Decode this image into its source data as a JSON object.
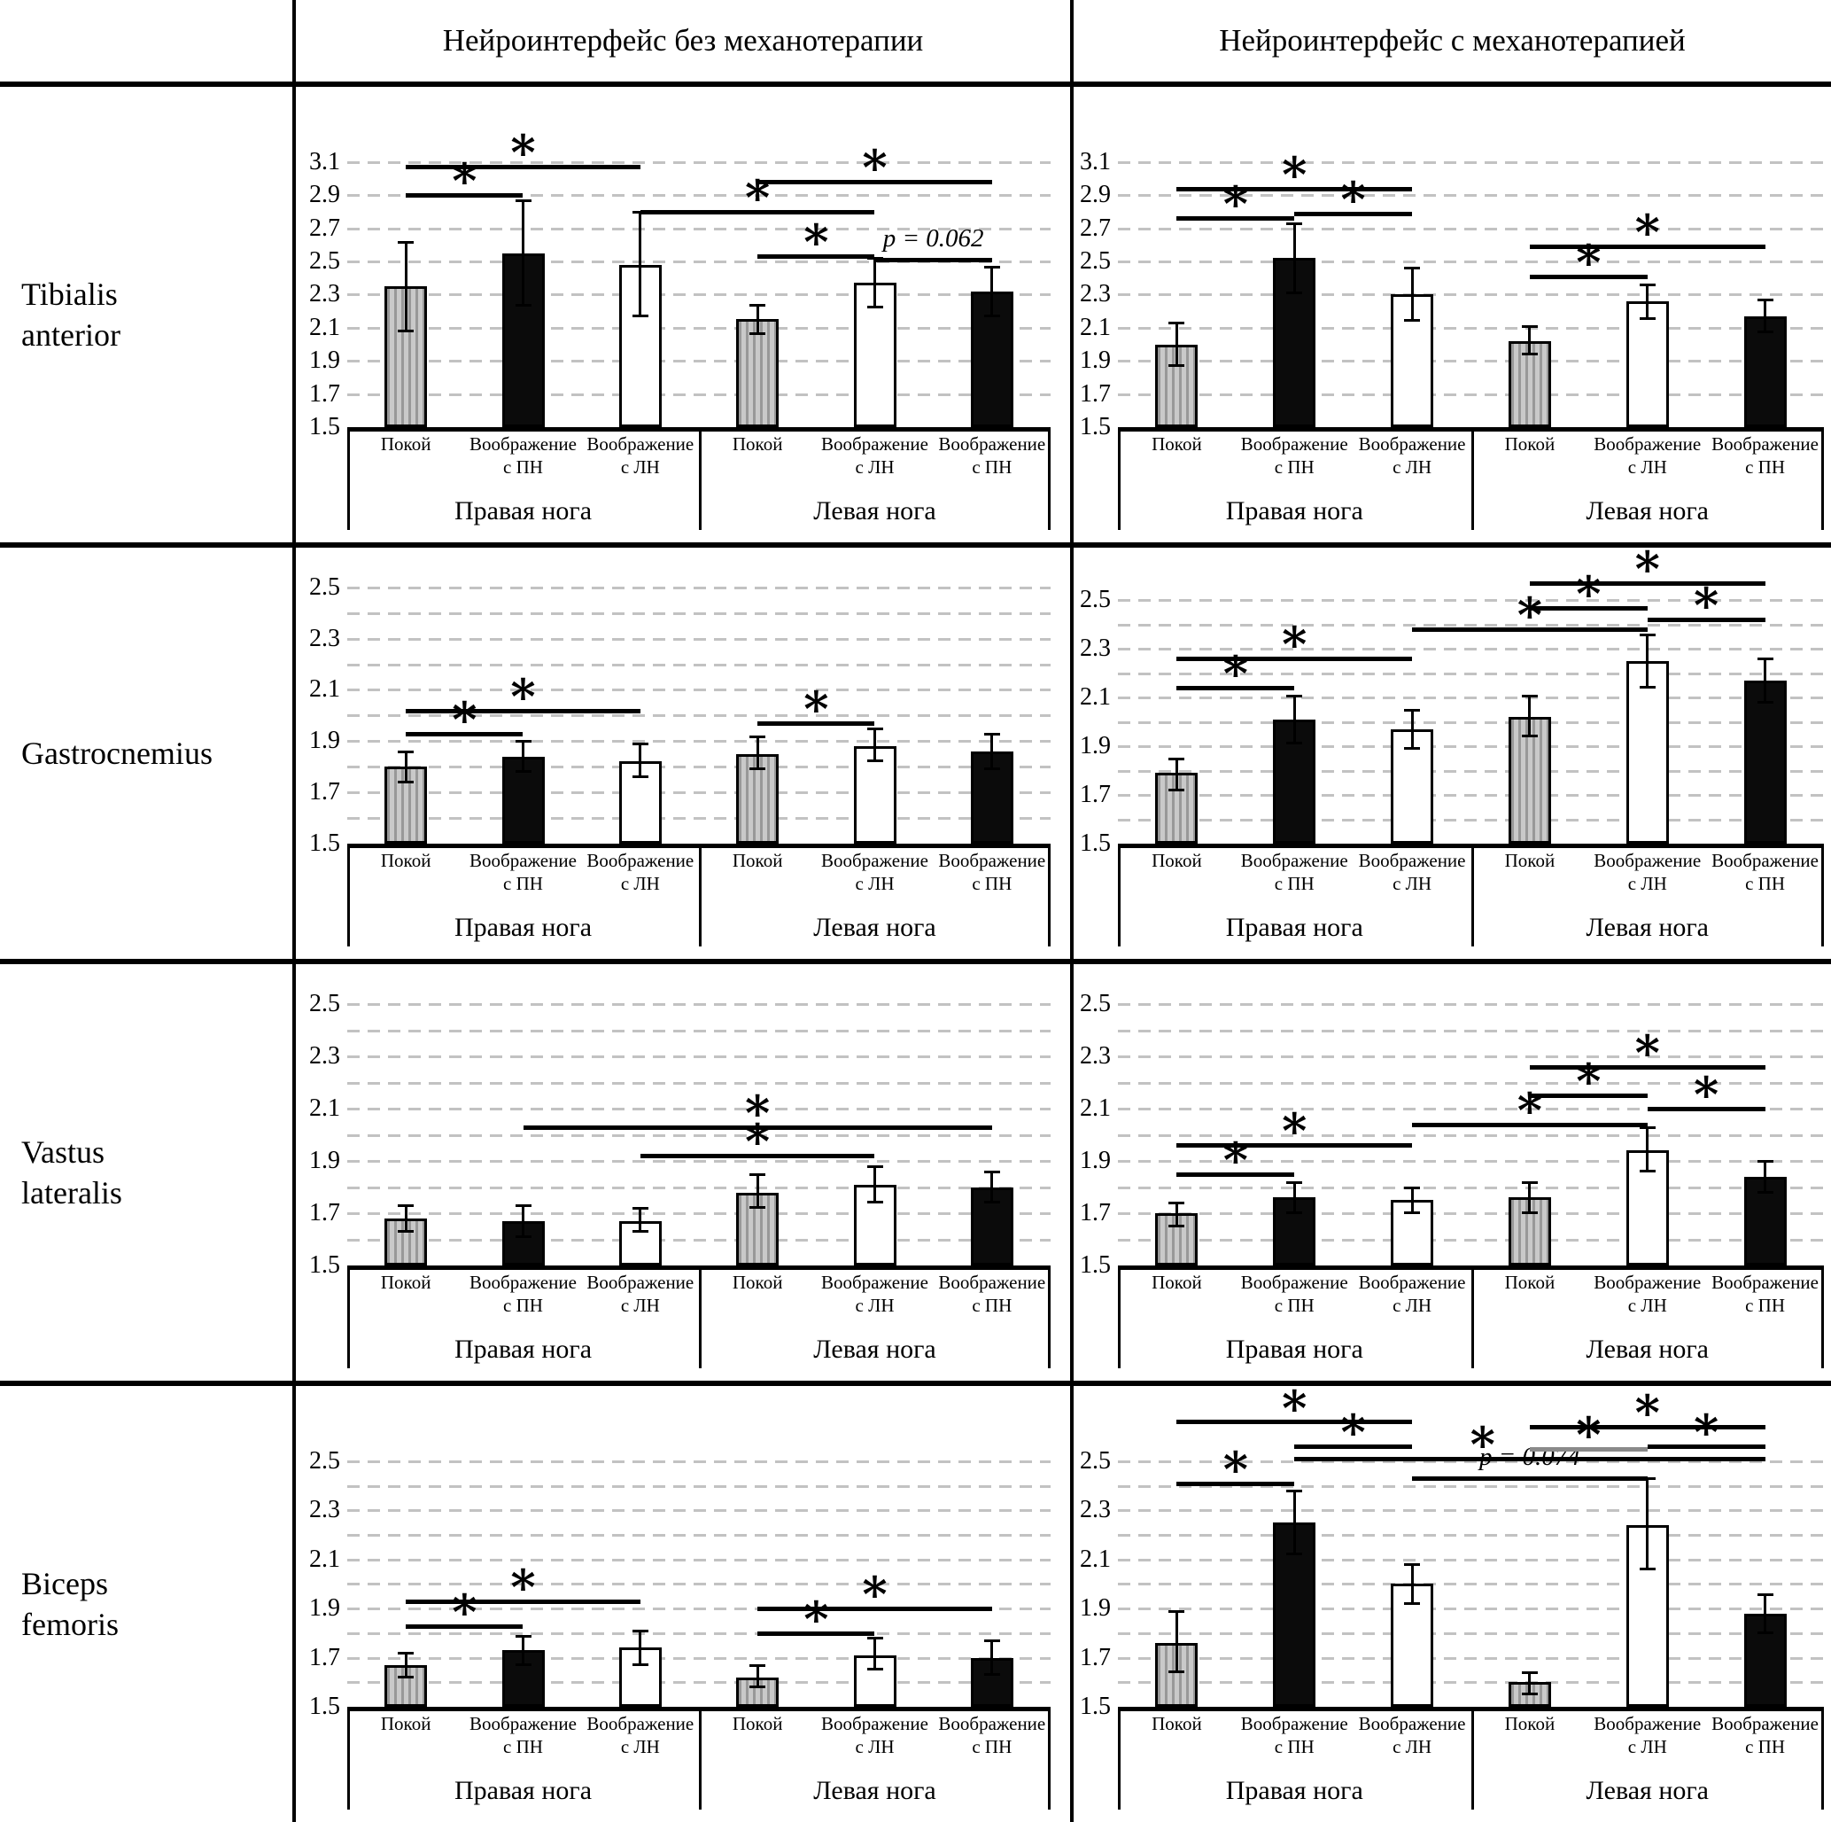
{
  "table": {
    "headers": [
      "Нейроинтерфейс без механотерапии",
      "Нейроинтерфейс с механотерапией"
    ],
    "row_labels": [
      "Tibialis\nanterior",
      "Gastrocnemius",
      "Vastus\nlateralis",
      "Biceps\nfemoris"
    ]
  },
  "axis": {
    "group_labels": [
      "Правая нога",
      "Левая нога"
    ],
    "categories_right_leg": [
      "Покой",
      "Воображение\nс ПН",
      "Воображение\nс ЛН"
    ],
    "categories_left_leg": [
      "Покой",
      "Воображение\nс ЛН",
      "Воображение\nс ПН"
    ]
  },
  "legend_styles": {
    "hatched": "Покой (серый штрихованный)",
    "black": "чёрный столбец",
    "white": "белый столбец"
  },
  "chart_data": [
    {
      "type": "bar",
      "muscle": "Tibialis anterior",
      "condition": "Нейроинтерфейс без механотерапии",
      "row": 0,
      "col": 0,
      "ylim": [
        1.5,
        3.1
      ],
      "ytop": 3.5,
      "yticks": [
        "1.5",
        "1.7",
        "1.9",
        "2.1",
        "2.3",
        "2.5",
        "2.7",
        "2.9",
        "3.1"
      ],
      "grid": {
        "from": 1.7,
        "step": 0.2,
        "to": 3.1
      },
      "bars": [
        {
          "c": "hatched",
          "v": 2.35,
          "lo": 2.08,
          "hi": 2.62
        },
        {
          "c": "black",
          "v": 2.55,
          "lo": 2.23,
          "hi": 2.87
        },
        {
          "c": "white",
          "v": 2.48,
          "lo": 2.17,
          "hi": 2.8
        },
        {
          "c": "hatched",
          "v": 2.15,
          "lo": 2.06,
          "hi": 2.24
        },
        {
          "c": "white",
          "v": 2.37,
          "lo": 2.22,
          "hi": 2.52
        },
        {
          "c": "black",
          "v": 2.32,
          "lo": 2.17,
          "hi": 2.47
        }
      ],
      "sig": [
        {
          "a": 0,
          "b": 1,
          "y": 2.9,
          "text": "*"
        },
        {
          "a": 0,
          "b": 2,
          "y": 3.07,
          "text": "*"
        },
        {
          "a": 2,
          "b": 4,
          "y": 2.8,
          "text": "*"
        },
        {
          "a": 3,
          "b": 5,
          "y": 2.98,
          "text": "*"
        },
        {
          "a": 3,
          "b": 4,
          "y": 2.53,
          "text": "*"
        },
        {
          "a": 4,
          "b": 5,
          "y": 2.51,
          "text": "p = 0.062"
        }
      ]
    },
    {
      "type": "bar",
      "muscle": "Tibialis anterior",
      "condition": "Нейроинтерфейс с механотерапией",
      "row": 0,
      "col": 1,
      "ylim": [
        1.5,
        3.1
      ],
      "ytop": 3.5,
      "yticks": [
        "1.5",
        "1.7",
        "1.9",
        "2.1",
        "2.3",
        "2.5",
        "2.7",
        "2.9",
        "3.1"
      ],
      "grid": {
        "from": 1.7,
        "step": 0.2,
        "to": 3.1
      },
      "bars": [
        {
          "c": "hatched",
          "v": 2.0,
          "lo": 1.87,
          "hi": 2.13
        },
        {
          "c": "black",
          "v": 2.52,
          "lo": 2.31,
          "hi": 2.73
        },
        {
          "c": "white",
          "v": 2.3,
          "lo": 2.14,
          "hi": 2.46
        },
        {
          "c": "hatched",
          "v": 2.02,
          "lo": 1.94,
          "hi": 2.11
        },
        {
          "c": "white",
          "v": 2.26,
          "lo": 2.15,
          "hi": 2.36
        },
        {
          "c": "black",
          "v": 2.17,
          "lo": 2.07,
          "hi": 2.27
        }
      ],
      "sig": [
        {
          "a": 0,
          "b": 2,
          "y": 2.94,
          "text": "*"
        },
        {
          "a": 0,
          "b": 1,
          "y": 2.76,
          "text": "*"
        },
        {
          "a": 1,
          "b": 2,
          "y": 2.79,
          "text": "*"
        },
        {
          "a": 3,
          "b": 5,
          "y": 2.59,
          "text": "*"
        },
        {
          "a": 3,
          "b": 4,
          "y": 2.41,
          "text": "*"
        }
      ]
    },
    {
      "type": "bar",
      "muscle": "Gastrocnemius",
      "condition": "Нейроинтерфейс без механотерапии",
      "row": 1,
      "col": 0,
      "ylim": [
        1.5,
        2.5
      ],
      "ytop": 2.62,
      "yticks": [
        "1.5",
        "1.7",
        "1.9",
        "2.1",
        "2.3",
        "2.5"
      ],
      "grid": {
        "from": 1.6,
        "step": 0.1,
        "to": 2.5
      },
      "bars": [
        {
          "c": "hatched",
          "v": 1.8,
          "lo": 1.74,
          "hi": 1.86
        },
        {
          "c": "black",
          "v": 1.84,
          "lo": 1.78,
          "hi": 1.9
        },
        {
          "c": "white",
          "v": 1.82,
          "lo": 1.76,
          "hi": 1.89
        },
        {
          "c": "hatched",
          "v": 1.85,
          "lo": 1.79,
          "hi": 1.92
        },
        {
          "c": "white",
          "v": 1.88,
          "lo": 1.82,
          "hi": 1.95
        },
        {
          "c": "black",
          "v": 1.86,
          "lo": 1.79,
          "hi": 1.93
        }
      ],
      "sig": [
        {
          "a": 0,
          "b": 1,
          "y": 1.93,
          "text": "*"
        },
        {
          "a": 0,
          "b": 2,
          "y": 2.02,
          "text": "*"
        },
        {
          "a": 3,
          "b": 4,
          "y": 1.97,
          "text": "*"
        }
      ]
    },
    {
      "type": "bar",
      "muscle": "Gastrocnemius",
      "condition": "Нейроинтерфейс с механотерапией",
      "row": 1,
      "col": 1,
      "ylim": [
        1.5,
        2.5
      ],
      "ytop": 2.68,
      "yticks": [
        "1.5",
        "1.7",
        "1.9",
        "2.1",
        "2.3",
        "2.5"
      ],
      "grid": {
        "from": 1.6,
        "step": 0.1,
        "to": 2.5
      },
      "bars": [
        {
          "c": "hatched",
          "v": 1.79,
          "lo": 1.72,
          "hi": 1.85
        },
        {
          "c": "black",
          "v": 2.01,
          "lo": 1.91,
          "hi": 2.11
        },
        {
          "c": "white",
          "v": 1.97,
          "lo": 1.89,
          "hi": 2.05
        },
        {
          "c": "hatched",
          "v": 2.02,
          "lo": 1.94,
          "hi": 2.11
        },
        {
          "c": "white",
          "v": 2.25,
          "lo": 2.14,
          "hi": 2.36
        },
        {
          "c": "black",
          "v": 2.17,
          "lo": 2.08,
          "hi": 2.26
        }
      ],
      "sig": [
        {
          "a": 0,
          "b": 1,
          "y": 2.14,
          "text": "*"
        },
        {
          "a": 0,
          "b": 2,
          "y": 2.26,
          "text": "*"
        },
        {
          "a": 2,
          "b": 4,
          "y": 2.38,
          "text": "*"
        },
        {
          "a": 3,
          "b": 4,
          "y": 2.47,
          "text": "*"
        },
        {
          "a": 3,
          "b": 5,
          "y": 2.57,
          "text": "*"
        },
        {
          "a": 4,
          "b": 5,
          "y": 2.42,
          "text": "*"
        }
      ]
    },
    {
      "type": "bar",
      "muscle": "Vastus lateralis",
      "condition": "Нейроинтерфейс без механотерапии",
      "row": 2,
      "col": 0,
      "ylim": [
        1.5,
        2.5
      ],
      "ytop": 2.62,
      "yticks": [
        "1.5",
        "1.7",
        "1.9",
        "2.1",
        "2.3",
        "2.5"
      ],
      "grid": {
        "from": 1.6,
        "step": 0.1,
        "to": 2.5
      },
      "bars": [
        {
          "c": "hatched",
          "v": 1.68,
          "lo": 1.63,
          "hi": 1.73
        },
        {
          "c": "black",
          "v": 1.67,
          "lo": 1.61,
          "hi": 1.73
        },
        {
          "c": "white",
          "v": 1.67,
          "lo": 1.63,
          "hi": 1.72
        },
        {
          "c": "hatched",
          "v": 1.78,
          "lo": 1.72,
          "hi": 1.85
        },
        {
          "c": "white",
          "v": 1.81,
          "lo": 1.74,
          "hi": 1.88
        },
        {
          "c": "black",
          "v": 1.8,
          "lo": 1.74,
          "hi": 1.86
        }
      ],
      "sig": [
        {
          "a": 1,
          "b": 5,
          "y": 2.03,
          "text": "*"
        },
        {
          "a": 2,
          "b": 4,
          "y": 1.92,
          "text": "*"
        }
      ]
    },
    {
      "type": "bar",
      "muscle": "Vastus lateralis",
      "condition": "Нейроинтерфейс с механотерапией",
      "row": 2,
      "col": 1,
      "ylim": [
        1.5,
        2.5
      ],
      "ytop": 2.62,
      "yticks": [
        "1.5",
        "1.7",
        "1.9",
        "2.1",
        "2.3",
        "2.5"
      ],
      "grid": {
        "from": 1.6,
        "step": 0.1,
        "to": 2.5
      },
      "bars": [
        {
          "c": "hatched",
          "v": 1.7,
          "lo": 1.65,
          "hi": 1.74
        },
        {
          "c": "black",
          "v": 1.76,
          "lo": 1.7,
          "hi": 1.82
        },
        {
          "c": "white",
          "v": 1.75,
          "lo": 1.7,
          "hi": 1.8
        },
        {
          "c": "hatched",
          "v": 1.76,
          "lo": 1.7,
          "hi": 1.82
        },
        {
          "c": "white",
          "v": 1.94,
          "lo": 1.86,
          "hi": 2.03
        },
        {
          "c": "black",
          "v": 1.84,
          "lo": 1.78,
          "hi": 1.9
        }
      ],
      "sig": [
        {
          "a": 0,
          "b": 1,
          "y": 1.85,
          "text": "*"
        },
        {
          "a": 0,
          "b": 2,
          "y": 1.96,
          "text": "*"
        },
        {
          "a": 2,
          "b": 4,
          "y": 2.04,
          "text": "*"
        },
        {
          "a": 3,
          "b": 4,
          "y": 2.15,
          "text": "*"
        },
        {
          "a": 3,
          "b": 5,
          "y": 2.26,
          "text": "*"
        },
        {
          "a": 4,
          "b": 5,
          "y": 2.1,
          "text": "*"
        }
      ]
    },
    {
      "type": "bar",
      "muscle": "Biceps femoris",
      "condition": "Нейроинтерфейс без механотерапии",
      "row": 3,
      "col": 0,
      "ylim": [
        1.5,
        2.5
      ],
      "ytop": 2.77,
      "yticks": [
        "1.5",
        "1.7",
        "1.9",
        "2.1",
        "2.3",
        "2.5"
      ],
      "grid": {
        "from": 1.6,
        "step": 0.1,
        "to": 2.5
      },
      "bars": [
        {
          "c": "hatched",
          "v": 1.67,
          "lo": 1.62,
          "hi": 1.72
        },
        {
          "c": "black",
          "v": 1.73,
          "lo": 1.67,
          "hi": 1.79
        },
        {
          "c": "white",
          "v": 1.74,
          "lo": 1.67,
          "hi": 1.81
        },
        {
          "c": "hatched",
          "v": 1.62,
          "lo": 1.58,
          "hi": 1.67
        },
        {
          "c": "white",
          "v": 1.71,
          "lo": 1.65,
          "hi": 1.78
        },
        {
          "c": "black",
          "v": 1.7,
          "lo": 1.63,
          "hi": 1.77
        }
      ],
      "sig": [
        {
          "a": 0,
          "b": 1,
          "y": 1.83,
          "text": "*"
        },
        {
          "a": 0,
          "b": 2,
          "y": 1.93,
          "text": "*"
        },
        {
          "a": 3,
          "b": 4,
          "y": 1.8,
          "text": "*"
        },
        {
          "a": 3,
          "b": 5,
          "y": 1.9,
          "text": "*"
        }
      ]
    },
    {
      "type": "bar",
      "muscle": "Biceps femoris",
      "condition": "Нейроинтерфейс с механотерапией",
      "row": 3,
      "col": 1,
      "ylim": [
        1.5,
        2.5
      ],
      "ytop": 2.77,
      "yticks": [
        "1.5",
        "1.7",
        "1.9",
        "2.1",
        "2.3",
        "2.5"
      ],
      "grid": {
        "from": 1.6,
        "step": 0.1,
        "to": 2.5
      },
      "bars": [
        {
          "c": "hatched",
          "v": 1.76,
          "lo": 1.64,
          "hi": 1.89
        },
        {
          "c": "black",
          "v": 2.25,
          "lo": 2.12,
          "hi": 2.38
        },
        {
          "c": "white",
          "v": 2.0,
          "lo": 1.92,
          "hi": 2.08
        },
        {
          "c": "hatched",
          "v": 1.6,
          "lo": 1.55,
          "hi": 1.64
        },
        {
          "c": "white",
          "v": 2.24,
          "lo": 2.06,
          "hi": 2.43
        },
        {
          "c": "black",
          "v": 1.88,
          "lo": 1.8,
          "hi": 1.96
        }
      ],
      "sig": [
        {
          "a": 0,
          "b": 1,
          "y": 2.41,
          "text": "*"
        },
        {
          "a": 0,
          "b": 2,
          "y": 2.66,
          "text": "*"
        },
        {
          "a": 1,
          "b": 2,
          "y": 2.56,
          "text": "*"
        },
        {
          "a": 1,
          "b": 5,
          "y": 2.51,
          "text": "*",
          "lx": 0.4
        },
        {
          "a": 2,
          "b": 4,
          "y": 2.43,
          "text": "p = 0.074"
        },
        {
          "a": 3,
          "b": 4,
          "y": 2.55,
          "text": "*",
          "color": "#8a8a8a"
        },
        {
          "a": 3,
          "b": 5,
          "y": 2.64,
          "text": "*"
        },
        {
          "a": 4,
          "b": 5,
          "y": 2.56,
          "text": "*"
        }
      ]
    }
  ]
}
